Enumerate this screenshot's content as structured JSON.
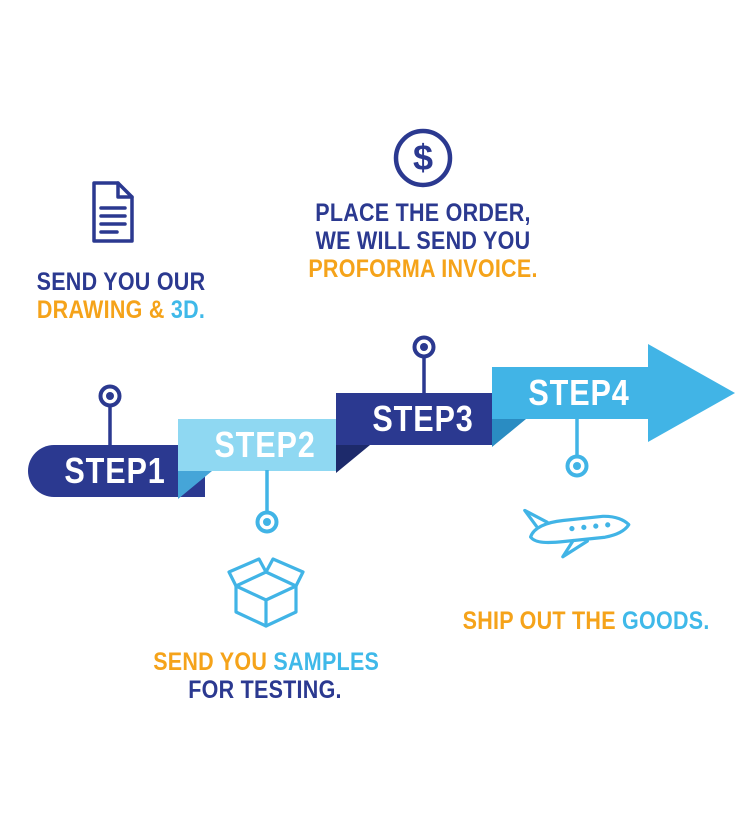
{
  "colors": {
    "navy": "#2b3990",
    "navy_dark": "#1d2a6b",
    "sky_pale": "#8fd8f2",
    "sky": "#41b4e6",
    "sky_fold": "#45a5d8",
    "sky_dark": "#2a8cc2",
    "orange": "#f5a31a",
    "white": "#ffffff",
    "background": "#ffffff"
  },
  "steps": [
    {
      "label": "STEP1"
    },
    {
      "label": "STEP2"
    },
    {
      "label": "STEP3"
    },
    {
      "label": "STEP4"
    }
  ],
  "captions": {
    "drawing": {
      "line1": "SEND YOU OUR",
      "line2_seg1": "DRAWING & ",
      "line2_seg2": "3D."
    },
    "order": {
      "line1": "PLACE THE ORDER,",
      "line2": "WE WILL SEND YOU",
      "line3": "PROFORMA INVOICE."
    },
    "samples": {
      "line1_seg1": "SEND YOU ",
      "line1_seg2": "SAMPLES",
      "line2": "FOR TESTING."
    },
    "ship": {
      "line1_seg1": "SHIP OUT THE ",
      "line1_seg2": "GOODS."
    }
  },
  "icons": {
    "document": "document-icon",
    "dollar_coin": "dollar-coin-icon",
    "package_box": "package-box-icon",
    "airplane": "airplane-icon",
    "dollar_symbol": "$"
  }
}
